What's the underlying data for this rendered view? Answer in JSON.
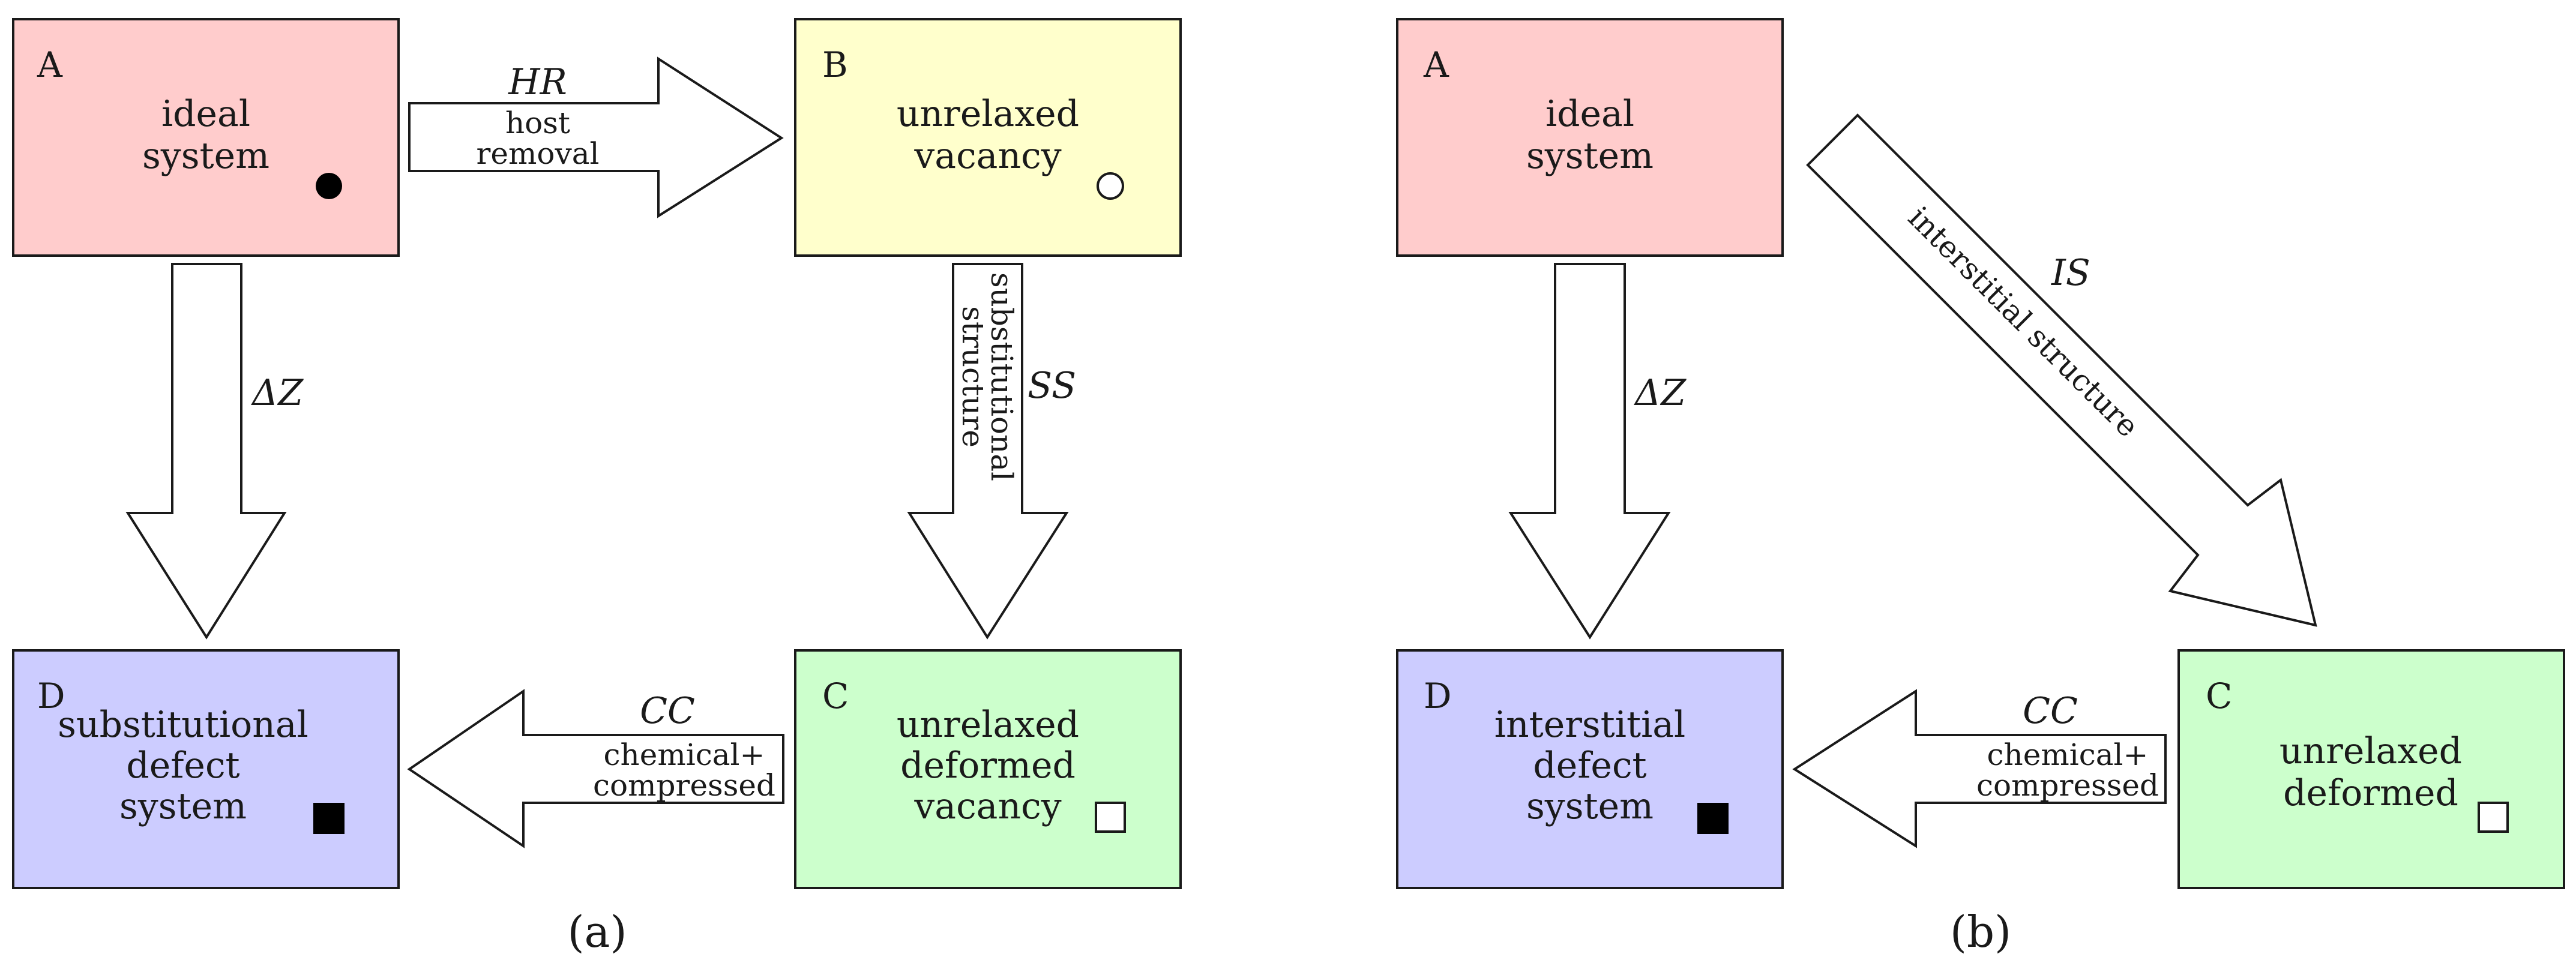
{
  "colors": {
    "box_A": "#ffcccc",
    "box_B": "#ffffcc",
    "box_C": "#ccffcc",
    "box_D": "#ccccff",
    "stroke": "#1a1a1a"
  },
  "panel_a": {
    "caption": "(a)",
    "box_A": {
      "letter": "A",
      "line1": "ideal",
      "line2": "system",
      "marker": "filled-circle"
    },
    "box_B": {
      "letter": "B",
      "line1": "unrelaxed",
      "line2": "vacancy",
      "marker": "open-circle"
    },
    "box_C": {
      "letter": "C",
      "line1": "unrelaxed",
      "line2": "deformed",
      "line3": "vacancy",
      "marker": "open-square"
    },
    "box_D": {
      "letter": "D",
      "line1": "substitutional",
      "line2": "defect",
      "line3": "system",
      "marker": "filled-square"
    },
    "arrow_HR": {
      "symbol": "HR",
      "line1": "host",
      "line2": "removal"
    },
    "arrow_SS": {
      "symbol": "SS",
      "line1": "substitutional",
      "line2": "structure"
    },
    "arrow_CC": {
      "symbol": "CC",
      "line1": "chemical+",
      "line2": "compressed"
    },
    "arrow_DZ": {
      "symbol": "ΔZ"
    }
  },
  "panel_b": {
    "caption": "(b)",
    "box_A": {
      "letter": "A",
      "line1": "ideal",
      "line2": "system"
    },
    "box_C": {
      "letter": "C",
      "line1": "unrelaxed",
      "line2": "deformed",
      "marker": "open-square"
    },
    "box_D": {
      "letter": "D",
      "line1": "interstitial",
      "line2": "defect",
      "line3": "system",
      "marker": "filled-square"
    },
    "arrow_IS": {
      "symbol": "IS",
      "label": "interstitial structure"
    },
    "arrow_CC": {
      "symbol": "CC",
      "line1": "chemical+",
      "line2": "compressed"
    },
    "arrow_DZ": {
      "symbol": "ΔZ"
    }
  }
}
